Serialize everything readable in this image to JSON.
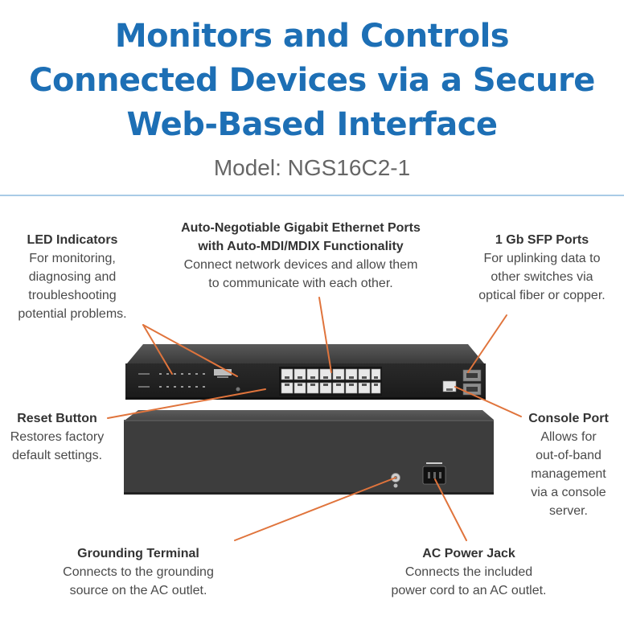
{
  "headline": {
    "line1": "Monitors and Controls",
    "line2": "Connected Devices via a Secure",
    "line3": "Web-Based Interface"
  },
  "model": "Model: NGS16C2-1",
  "callouts": {
    "led": {
      "title": "LED Indicators",
      "lines": [
        "For monitoring,",
        "diagnosing and",
        "troubleshooting",
        "potential problems."
      ]
    },
    "ethernet": {
      "title_lines": [
        "Auto-Negotiable Gigabit Ethernet Ports",
        "with Auto-MDI/MDIX Functionality"
      ],
      "lines": [
        "Connect network devices and allow them",
        "to communicate with each other."
      ]
    },
    "sfp": {
      "title": "1 Gb SFP Ports",
      "lines": [
        "For uplinking data to",
        "other switches via",
        "optical fiber or copper."
      ]
    },
    "reset": {
      "title": "Reset Button",
      "lines": [
        "Restores factory",
        "default settings."
      ]
    },
    "console": {
      "title": "Console Port",
      "lines": [
        "Allows for",
        "out-of-band",
        "management",
        "via a console",
        "server."
      ]
    },
    "grounding": {
      "title": "Grounding Terminal",
      "lines": [
        "Connects to the grounding",
        "source on the AC outlet."
      ]
    },
    "power": {
      "title": "AC Power Jack",
      "lines": [
        "Connects the included",
        "power cord to an AC outlet."
      ]
    }
  },
  "colors": {
    "headline": "#1d6fb5",
    "leader": "#e0743c",
    "device": "#2e2e2e"
  }
}
